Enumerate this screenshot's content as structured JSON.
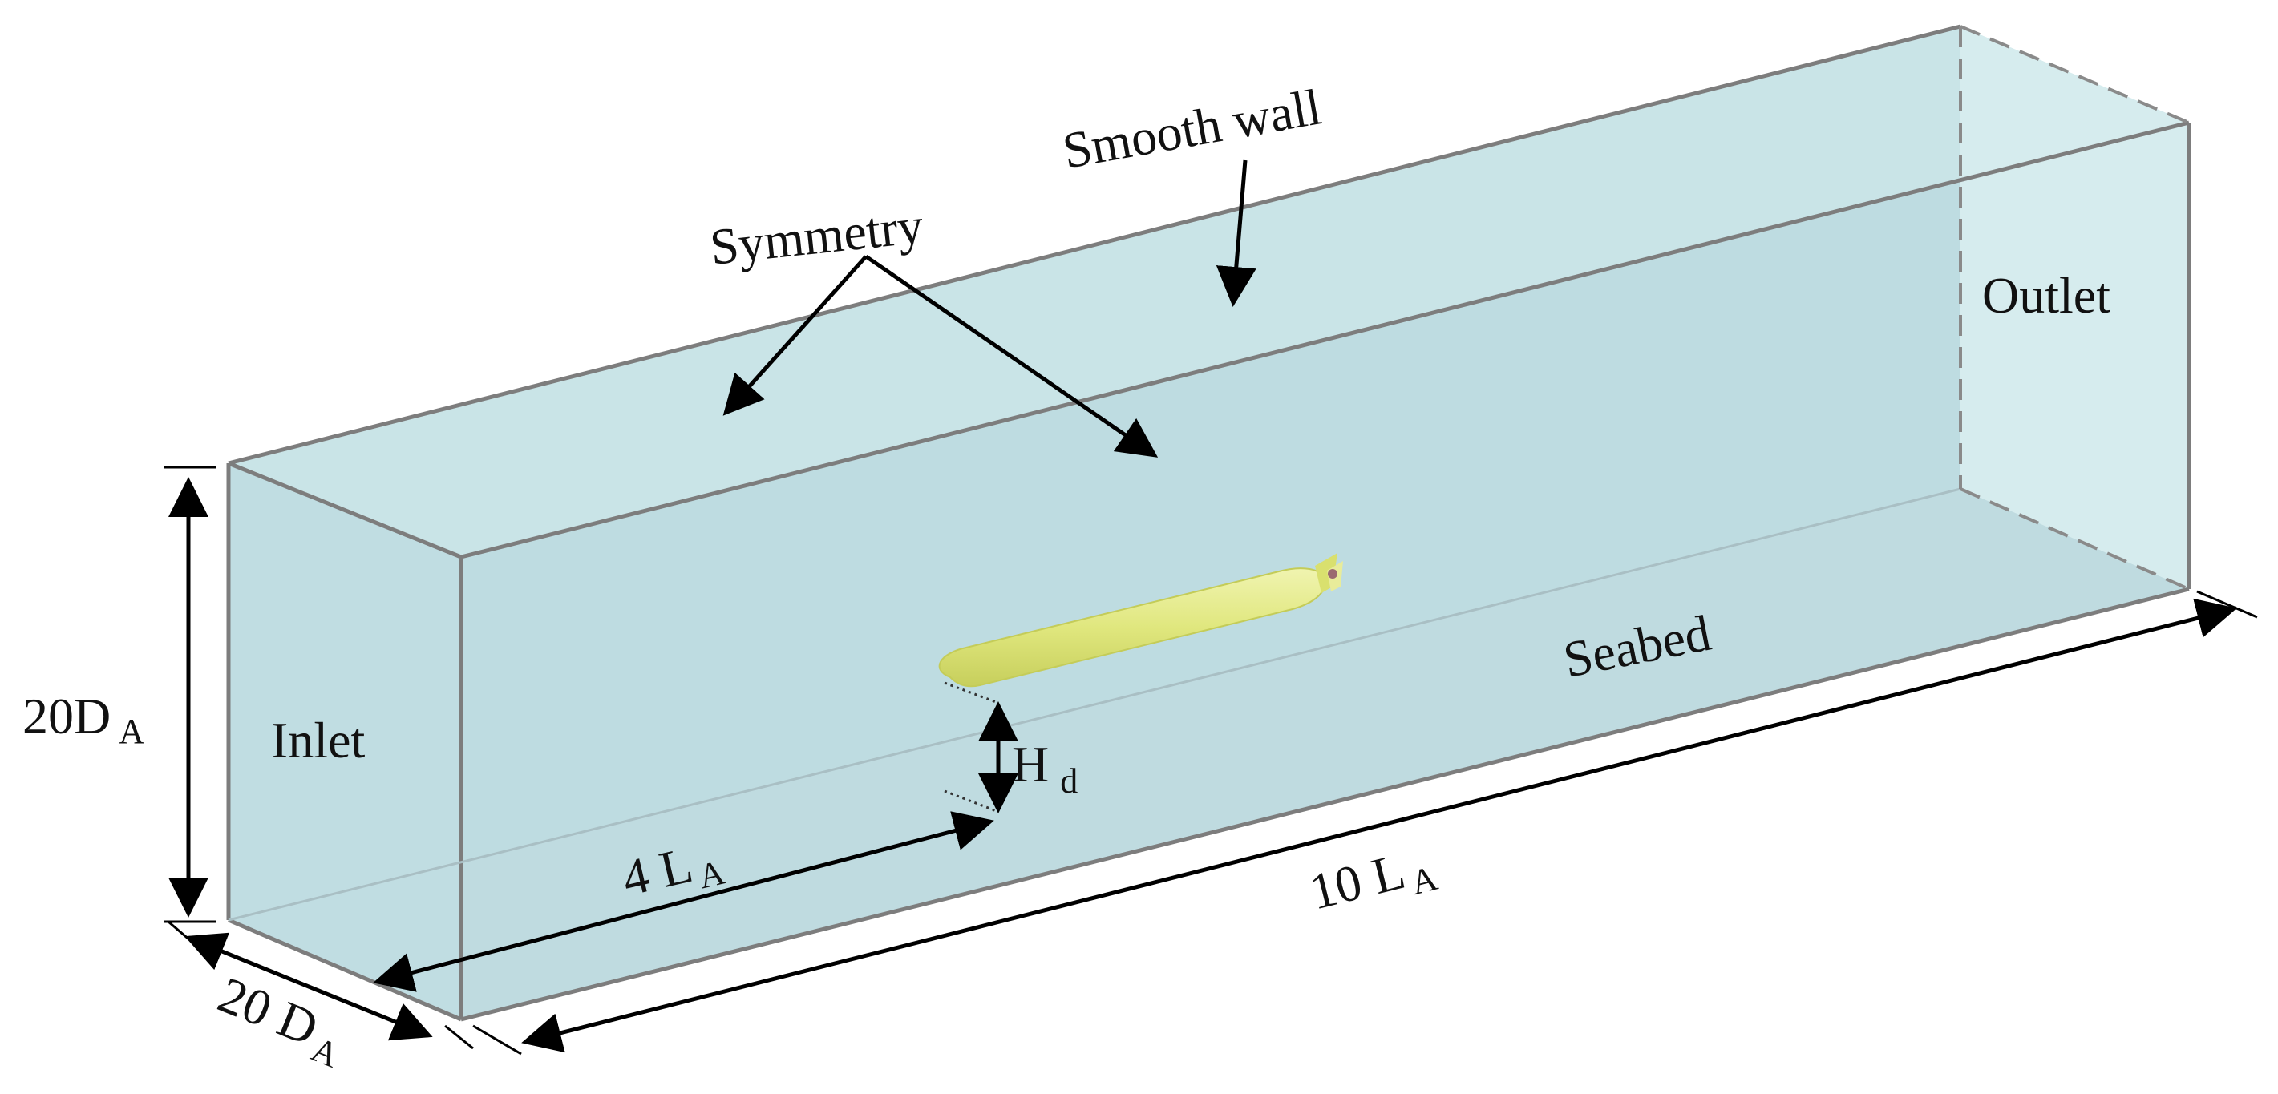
{
  "labels": {
    "symmetry": "Symmetry",
    "smooth_wall": "Smooth wall",
    "outlet": "Outlet",
    "inlet": "Inlet",
    "seabed": "Seabed",
    "height": {
      "main": "20D",
      "sub": "A"
    },
    "width": {
      "main": "20 D",
      "sub": "A"
    },
    "length": {
      "main": "10 L",
      "sub": "A"
    },
    "distance": {
      "main": "4 L",
      "sub": "A"
    },
    "clearance": {
      "main": "H",
      "sub": "d"
    }
  },
  "colors": {
    "water": "#c3dfe3",
    "water_top": "#c9e4e7",
    "water_front": "#bfdde2",
    "water_outlet": "#d6ecee",
    "seabed": "#c5d9de",
    "edge": "#7d7d7d",
    "hull": "#e3ea8a",
    "hull_shade": "#cfd766",
    "arrow": "#000000"
  }
}
